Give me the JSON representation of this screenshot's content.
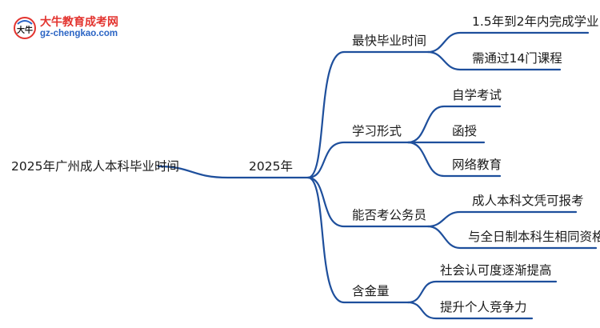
{
  "logo": {
    "title": "大牛教育成考网",
    "url": "gz-chengkao.com",
    "mark_text": "大牛"
  },
  "mindmap": {
    "root": "2025年广州成人本科毕业时间",
    "center": "2025年",
    "branches": [
      {
        "label": "最快毕业时间",
        "children": [
          "1.5年到2年内完成学业",
          "需通过14门课程"
        ]
      },
      {
        "label": "学习形式",
        "children": [
          "自学考试",
          "函授",
          "网络教育"
        ]
      },
      {
        "label": "能否考公务员",
        "children": [
          "成人本科文凭可报考",
          "与全日制本科生相同资格"
        ]
      },
      {
        "label": "含金量",
        "children": [
          "社会认可度逐渐提高",
          "提升个人竞争力"
        ]
      }
    ]
  },
  "colors": {
    "connector": "#1e4f9c",
    "brand_red": "#e3342f",
    "brand_blue": "#2a64c4"
  }
}
